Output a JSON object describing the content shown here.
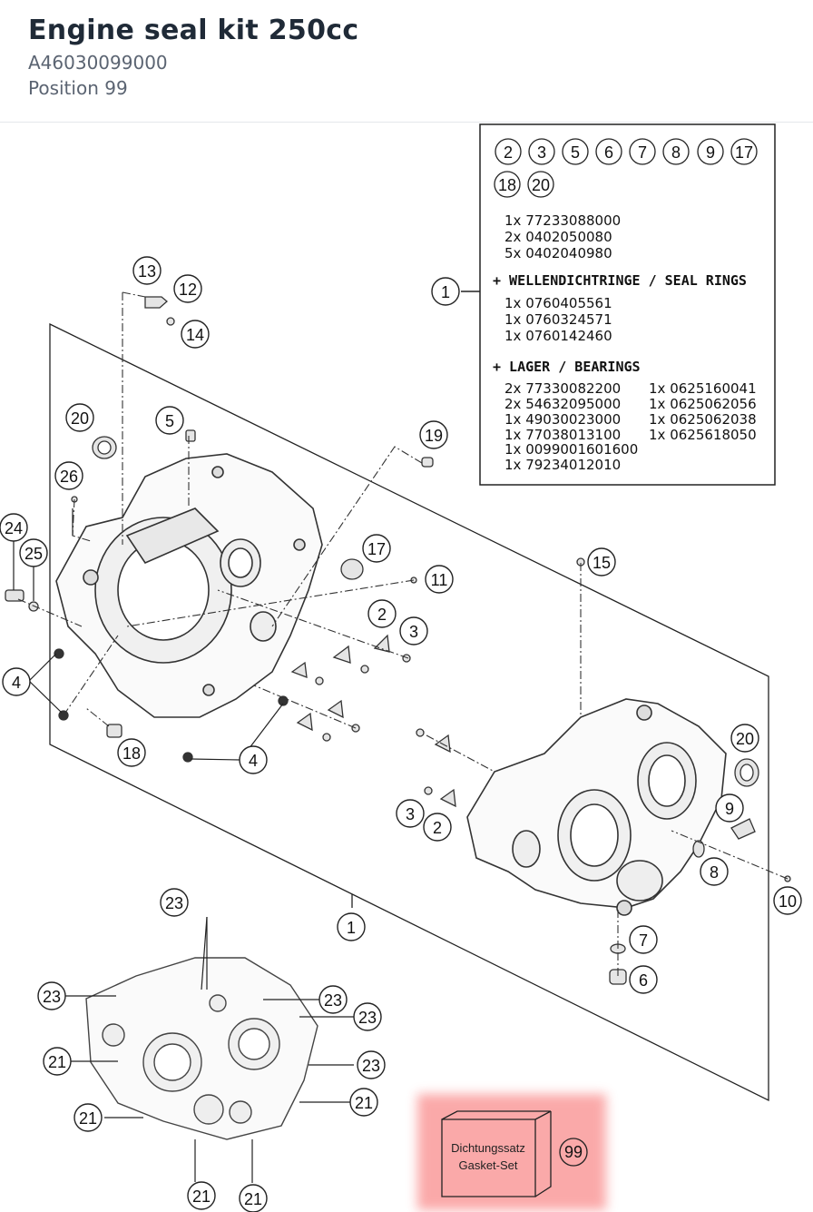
{
  "header": {
    "title": "Engine seal kit 250cc",
    "part_number": "A46030099000",
    "position": "Position 99"
  },
  "legend": {
    "refs": [
      "2",
      "3",
      "5",
      "6",
      "7",
      "8",
      "9",
      "17",
      "18",
      "20"
    ],
    "group_1": [
      "1x 77233088000",
      "2x 0402050080",
      "5x 0402040980"
    ],
    "seal_rings_heading": "+ WELLENDICHTRINGE / SEAL RINGS",
    "seal_rings": [
      "1x 0760405561",
      "1x 0760324571",
      "1x 0760142460"
    ],
    "bearings_heading": "+ LAGER / BEARINGS",
    "bearings_left": [
      "2x 77330082200",
      "2x 54632095000",
      "1x 49030023000",
      "1x 77038013100",
      "1x 0099001601600",
      "1x 79234012010"
    ],
    "bearings_right": [
      "1x 0625160041",
      "1x 0625062056",
      "1x 0625062038",
      "1x 0625618050"
    ]
  },
  "callouts": {
    "c1a": "1",
    "c1b": "1",
    "c2a": "2",
    "c2b": "2",
    "c3a": "3",
    "c3b": "3",
    "c4a": "4",
    "c4b": "4",
    "c5": "5",
    "c6": "6",
    "c7": "7",
    "c8": "8",
    "c9": "9",
    "c10": "10",
    "c11": "11",
    "c12": "12",
    "c13": "13",
    "c14": "14",
    "c15": "15",
    "c17": "17",
    "c18": "18",
    "c19": "19",
    "c20a": "20",
    "c20b": "20",
    "c21a": "21",
    "c21b": "21",
    "c21c": "21",
    "c21d": "21",
    "c21e": "21",
    "c23a": "23",
    "c23b": "23",
    "c23c": "23",
    "c23d": "23",
    "c23e": "23",
    "c24": "24",
    "c25": "25",
    "c26": "26"
  },
  "kit": {
    "label_line1": "Dichtungssatz",
    "label_line2": "Gasket-Set",
    "number": "99",
    "highlight_color": "#f87171"
  }
}
